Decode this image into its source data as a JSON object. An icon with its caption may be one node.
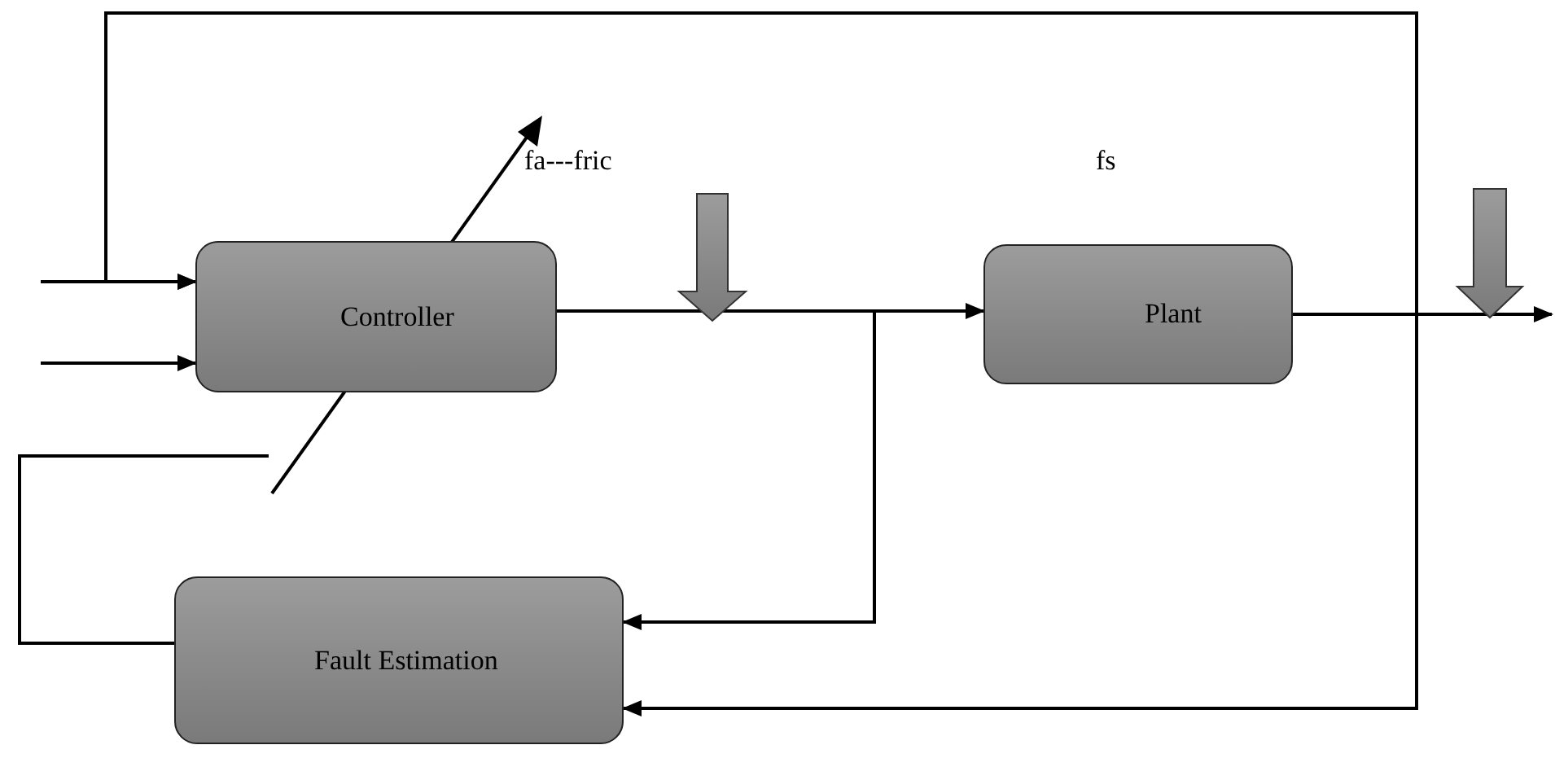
{
  "diagram": {
    "nodes": [
      {
        "text": [
          "Controller"
        ]
      },
      {
        "text": [
          "Plant"
        ]
      },
      {
        "text": [
          "Fault Estimation"
        ]
      }
    ],
    "edges": [
      {
        "from": null,
        "to": 0,
        "arrow": "to"
      },
      {
        "from": null,
        "to": 0,
        "arrow": "to"
      },
      {
        "from": 1,
        "to": 0,
        "arrow": "to"
      },
      {
        "from": 0,
        "to": 1,
        "arrow": "to"
      },
      {
        "from": 0,
        "to": 2,
        "arrow": "to"
      },
      {
        "from": 1,
        "to": 2,
        "arrow": "to"
      },
      {
        "from": 1,
        "to": null,
        "arrow": "to"
      },
      {
        "from": 2,
        "to": null,
        "arrow": "none"
      }
    ],
    "labels": [
      "fa---fric",
      "fs"
    ]
  }
}
